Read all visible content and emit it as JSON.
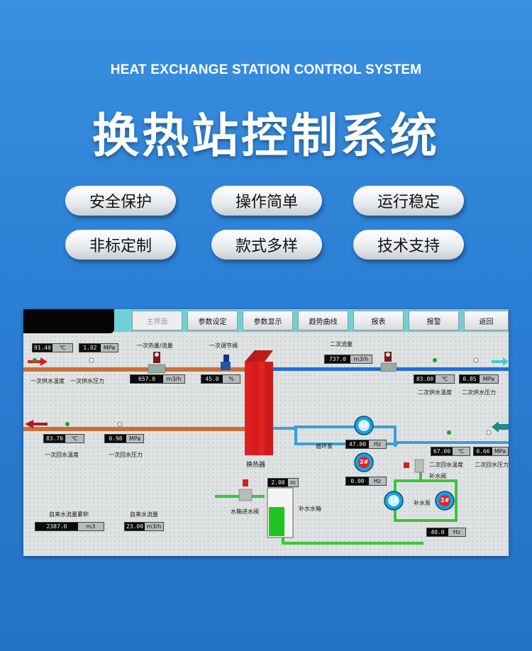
{
  "header": {
    "subtitle": "HEAT EXCHANGE STATION CONTROL SYSTEM",
    "title": "换热站控制系统"
  },
  "features": [
    "安全保护",
    "操作简单",
    "运行稳定",
    "非标定制",
    "款式多样",
    "技术支持"
  ],
  "nav": [
    "主界面",
    "参数设定",
    "参数显示",
    "趋势曲线",
    "报表",
    "报警",
    "返回"
  ],
  "hmi": {
    "labels": {
      "primary_supply_temp": "一次供水温度",
      "primary_supply_press": "一次供水压力",
      "primary_heat_flow": "一次热量/流量",
      "primary_valve": "一次调节阀",
      "secondary_flow": "二次流量",
      "secondary_supply_temp": "二次供水温度",
      "secondary_supply_press": "二次供水压力",
      "primary_return_temp": "一次回水温度",
      "primary_return_press": "一次回水压力",
      "circ_pump": "循环泵",
      "heat_exchanger": "换热器",
      "secondary_return_temp": "二次回水温度",
      "secondary_return_press": "二次回水压力",
      "makeup_valve": "补水阀",
      "makeup_pump": "补水泵",
      "tank_inlet_valve": "水箱进水阀",
      "makeup_tank": "补水水箱",
      "tap_accum": "自来水流量累积",
      "tap_flow": "自来水流量",
      "pump1": "1#",
      "pump2": "2#"
    },
    "displays": {
      "p_sup_temp": {
        "value": "91.40",
        "unit": "℃"
      },
      "p_sup_press": {
        "value": "1.02",
        "unit": "MPa"
      },
      "p_flow": {
        "value": "657.0",
        "unit": "m3/h"
      },
      "p_valve": {
        "value": "45.0",
        "unit": "%"
      },
      "s_flow": {
        "value": "737.0",
        "unit": "m3/h"
      },
      "s_sup_temp": {
        "value": "83.00",
        "unit": "℃"
      },
      "s_sup_press": {
        "value": "0.85",
        "unit": "MPa"
      },
      "p_ret_temp": {
        "value": "83.70",
        "unit": "℃"
      },
      "p_ret_press": {
        "value": "0.98",
        "unit": "MPa"
      },
      "circ_hz": {
        "value": "47.00",
        "unit": "Hz"
      },
      "circ2_hz": {
        "value": "0.00",
        "unit": "Hz"
      },
      "s_ret_temp": {
        "value": "67.00",
        "unit": "℃"
      },
      "s_ret_press": {
        "value": "0.66",
        "unit": "MPa"
      },
      "tank_level": {
        "value": "2.00",
        "unit": "m"
      },
      "makeup_hz": {
        "value": "40.0",
        "unit": "Hz"
      },
      "tap_accum": {
        "value": "2387.0",
        "unit": "m3"
      },
      "tap_flow": {
        "value": "23.00",
        "unit": "m3/h"
      }
    },
    "tank_level_fraction": 0.62,
    "colors": {
      "supply_pipe": "#c8703a",
      "secondary_pipe": "#1f6fd8",
      "return_pipe": "#3aa0d8",
      "makeup_pipe": "#3ec43e",
      "pump1": "#1aa0e0",
      "pump2": "#e02424",
      "exchanger": "#e02020"
    }
  }
}
